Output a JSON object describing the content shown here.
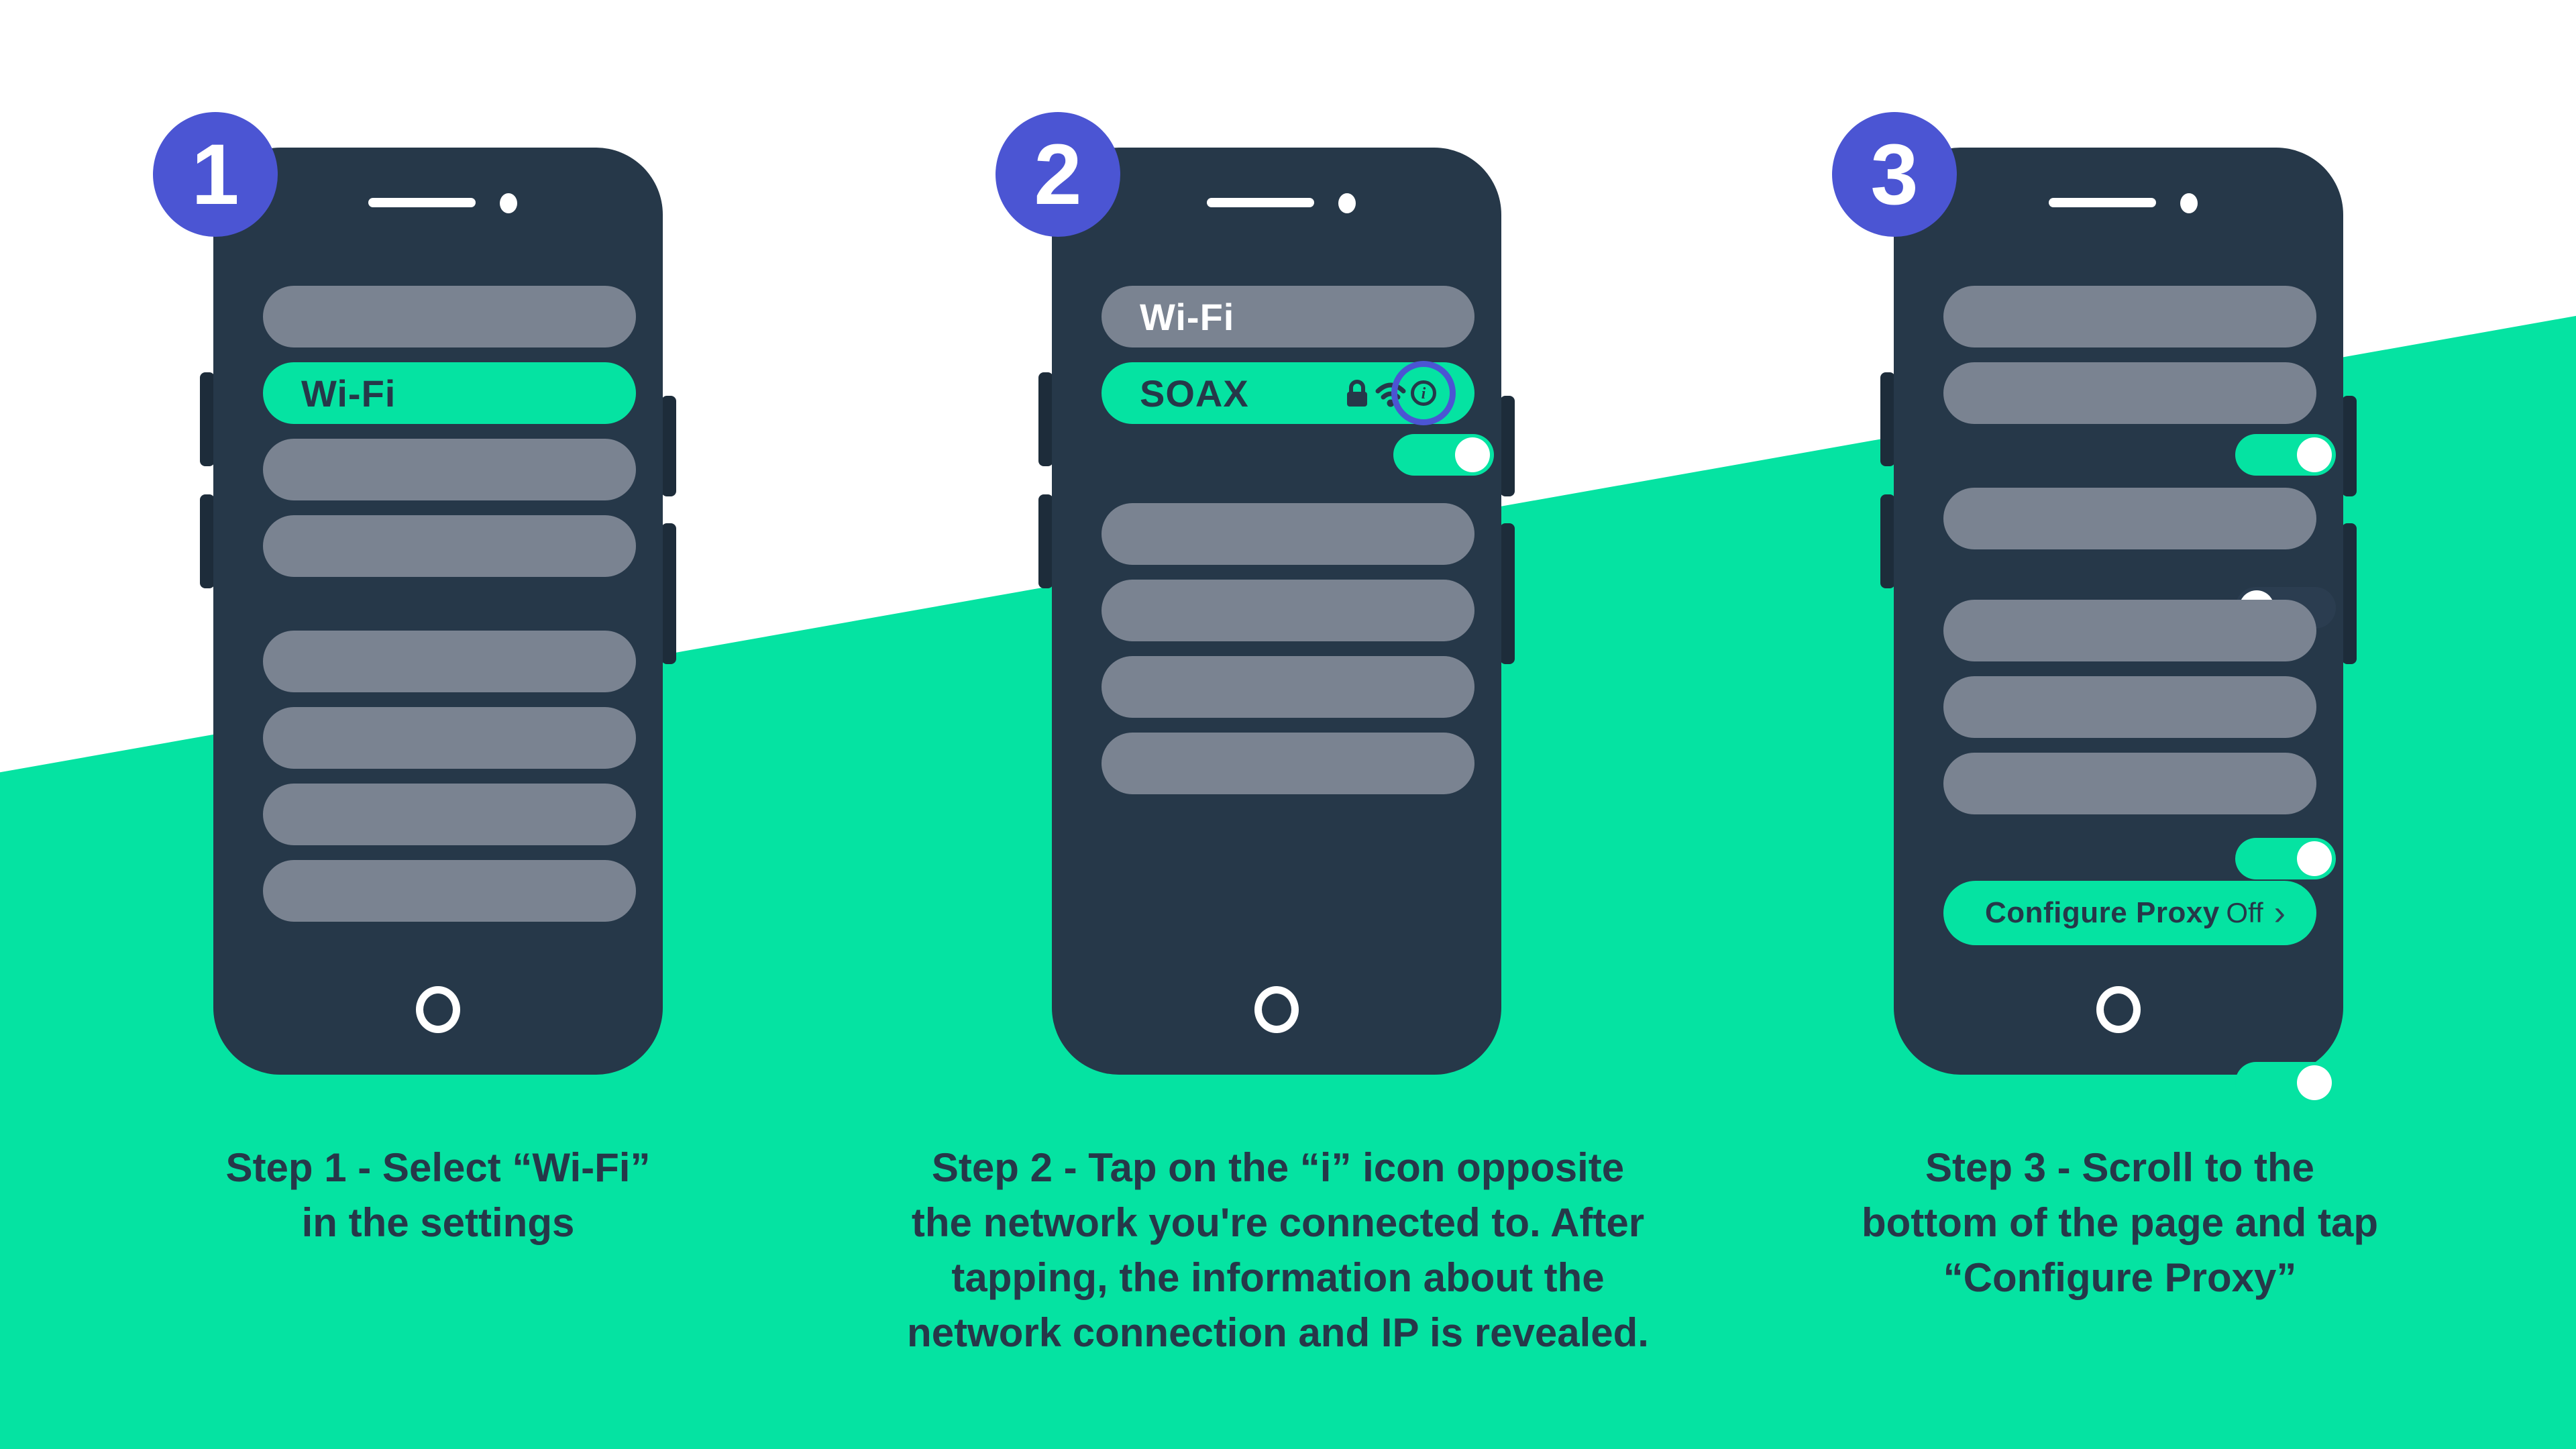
{
  "colors": {
    "background_white": "#FFFFFF",
    "accent_green": "#05E3A2",
    "phone_navy": "#263849",
    "pill_gray": "#7A8391",
    "badge_blue": "#4B55D3",
    "highlight_ring_blue": "#4B55D3",
    "toggle_off_track": "#2B3D50",
    "text_navy": "#263849"
  },
  "badges": {
    "step1": "1",
    "step2": "2",
    "step3": "3"
  },
  "phone1": {
    "selected_item_label": "Wi-Fi"
  },
  "phone2": {
    "wifi_row": {
      "label": "Wi-Fi",
      "toggle_state": "on"
    },
    "network_row": {
      "label": "SOAX",
      "icons": [
        "lock-icon",
        "wifi-icon",
        "info-icon"
      ],
      "info_highlighted": true
    }
  },
  "phone3": {
    "toggle_rows": [
      "on",
      "off",
      "on",
      "on"
    ],
    "proxy_row": {
      "label": "Configure Proxy",
      "value": "Off",
      "chevron": "›"
    }
  },
  "captions": {
    "step1": {
      "line1": "Step 1 - Select “Wi-Fi”",
      "line2": "in the settings"
    },
    "step2": {
      "line1": "Step 2 - Tap on the “i” icon opposite",
      "line2": "the network you're connected to. After",
      "line3": "tapping, the information about the",
      "line4": "network connection and IP is revealed."
    },
    "step3": {
      "line1": "Step 3 - Scroll to the",
      "line2": "bottom of the page and tap",
      "line3": "“Configure Proxy”"
    }
  }
}
